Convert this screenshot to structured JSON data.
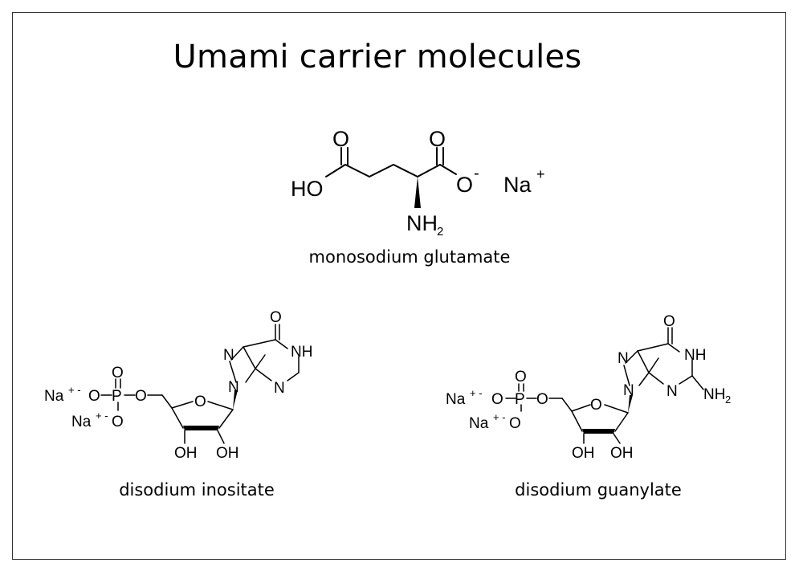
{
  "title": "Umami carrier molecules",
  "molecules": [
    {
      "name": "monosodium glutamate",
      "labels": {
        "ho": "HO",
        "o1": "O",
        "o2": "O",
        "o_minus": "O",
        "minus": "-",
        "na": "Na",
        "plus": "+",
        "nh": "NH",
        "sub2": "2"
      }
    },
    {
      "name": "disodium inositate",
      "labels": {
        "na": "Na",
        "charge": "+ -",
        "o": "O",
        "p": "P",
        "oh": "OH",
        "n": "N",
        "nh": "NH"
      }
    },
    {
      "name": "disodium guanylate",
      "labels": {
        "na": "Na",
        "charge": "+ -",
        "o": "O",
        "p": "P",
        "oh": "OH",
        "n": "N",
        "nh": "NH",
        "nh2": "NH",
        "sub2": "2"
      }
    }
  ],
  "colors": {
    "ink": "#000000",
    "frame": "#333333",
    "background": "#ffffff"
  }
}
